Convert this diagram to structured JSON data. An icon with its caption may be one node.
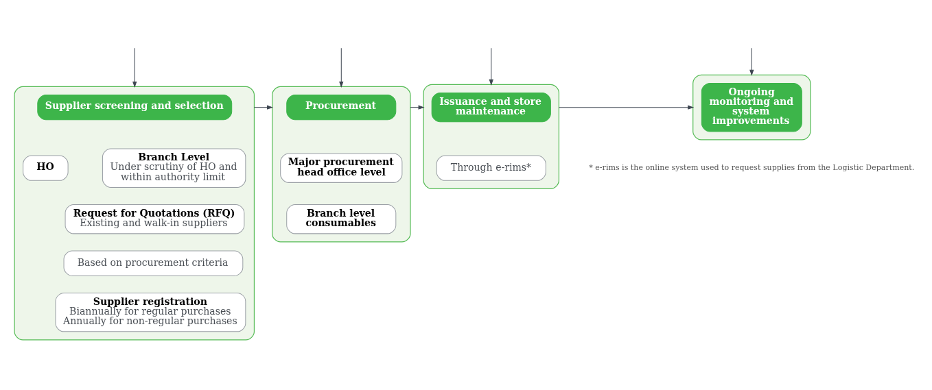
{
  "diagram": {
    "nodes": [
      {
        "text": [],
        "shape": "box"
      },
      {
        "text": [
          "Supplier screening and selection"
        ],
        "in": 0
      },
      {
        "text": [
          "HO"
        ],
        "in": 0
      },
      {
        "text": [
          "Branch Level",
          "Under scrutiny of HO and within authority limit"
        ],
        "in": 0
      },
      {
        "text": [
          "Request for Quotations (RFQ)",
          "Existing and walk-in suppliers"
        ],
        "in": 0
      },
      {
        "text": [
          "Based on procurement criteria"
        ],
        "in": 0
      },
      {
        "text": [
          "Supplier registration",
          "Biannually for regular purchases",
          "Annually for non-regular purchases"
        ],
        "in": 0
      },
      {
        "text": [],
        "shape": "box"
      },
      {
        "text": [
          "Procurement"
        ],
        "in": 7
      },
      {
        "text": [
          "Major procurement head office level"
        ],
        "in": 7
      },
      {
        "text": [
          "Branch level consumables"
        ],
        "in": 7
      },
      {
        "text": [],
        "shape": "box"
      },
      {
        "text": [
          "Issuance and store maintenance"
        ],
        "in": 11
      },
      {
        "text": [
          "Through e-rims*"
        ],
        "in": 11
      },
      {
        "text": [],
        "shape": "box"
      },
      {
        "text": [
          "Ongoing monitoring and system improvements"
        ],
        "in": 14
      }
    ],
    "edges": [
      {
        "from": null,
        "to": 0,
        "arrow": "to"
      },
      {
        "from": null,
        "to": 7,
        "arrow": "to"
      },
      {
        "from": null,
        "to": 11,
        "arrow": "to"
      },
      {
        "from": null,
        "to": 14,
        "arrow": "to"
      },
      {
        "from": 0,
        "to": 7,
        "arrow": "to"
      },
      {
        "from": 7,
        "to": 11,
        "arrow": "to"
      },
      {
        "from": 11,
        "to": 14,
        "arrow": "to"
      }
    ],
    "labels": [
      "* e-rims is the online system used to request supplies from the Logistic Department."
    ]
  }
}
